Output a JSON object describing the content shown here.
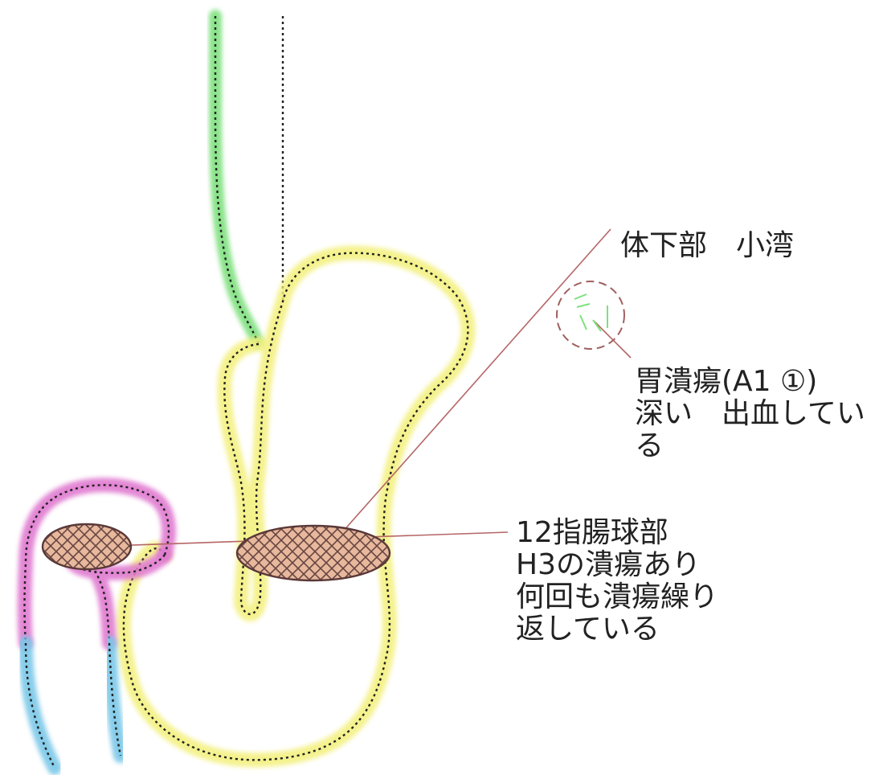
{
  "labels": {
    "lesser_curvature": "体下部　小湾",
    "gastric_ulcer": {
      "lines": [
        "胃潰瘍(A1 ①)",
        "深い　出血してい",
        "る"
      ]
    },
    "duodenal_bulb": {
      "lines": [
        "12指腸球部",
        "H3の潰瘍あり",
        " 何回も潰瘍繰り",
        "返している"
      ]
    }
  },
  "colors": {
    "esophagus": "#7ee07e",
    "stomach": "#f3f07a",
    "duodenum_bulb": "#e07ad0",
    "duodenum_descending": "#7ac8e8",
    "ulcer_fill": "#e7b89c",
    "leader_line": "#b56565",
    "outline": "#222222"
  },
  "icons": {
    "ulcer_marker": "hatched-ellipse-icon",
    "mini_ulcer_sketch": "dashed-circle-icon"
  }
}
